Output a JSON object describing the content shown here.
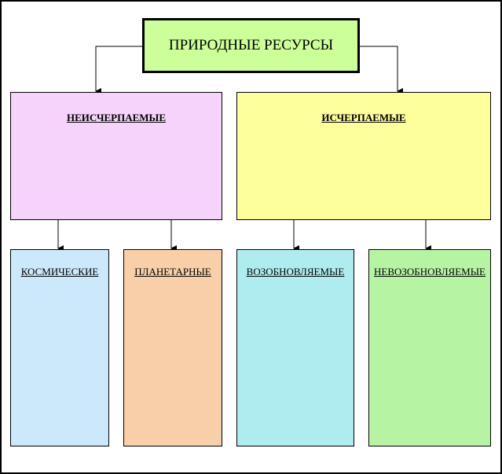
{
  "root": {
    "title": "ПРИРОДНЫЕ РЕСУРСЫ",
    "color": "#ccff99"
  },
  "categories": [
    {
      "label": "НЕИСЧЕРПАЕМЫЕ",
      "color": "#f5d3fb",
      "children": [
        {
          "label": "КОСМИЧЕСКИЕ",
          "color": "#cce8fb"
        },
        {
          "label": "ПЛАНЕТАРНЫЕ",
          "color": "#f8cfa8"
        }
      ]
    },
    {
      "label": "ИСЧЕРПАЕМЫЕ",
      "color": "#fdfe9c",
      "children": [
        {
          "label": "ВОЗОБНОВЛЯЕМЫЕ",
          "color": "#aeecf0"
        },
        {
          "label": "НЕВОЗОБНОВЛЯЕМЫЕ",
          "color": "#b6f4a4"
        }
      ]
    }
  ]
}
